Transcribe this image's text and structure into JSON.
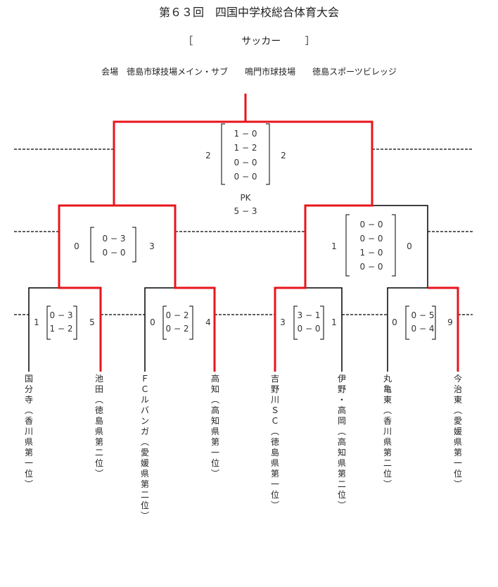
{
  "title": "第６３回　四国中学校総合体育大会",
  "sport": {
    "open": "［",
    "name": "サッカー",
    "close": "］"
  },
  "venue": "会場　徳島市球技場メイン・サブ　　鳴門市球技場　　徳島スポーツビレッジ",
  "teams": [
    "国分寺（香川県第一位）",
    "池田（徳島県第二位）",
    "ＦＣルバンガ（愛媛県第二位）",
    "高知（高知県第一位）",
    "吉野川ＳＣ（徳島県第一位）",
    "伊野・高岡（高知県第二位）",
    "丸亀東（香川県第二位）",
    "今治東（愛媛県第一位）"
  ],
  "round1": [
    {
      "left": "1",
      "right": "5",
      "halves": [
        "0 − 3",
        "1 − 2"
      ]
    },
    {
      "left": "0",
      "right": "4",
      "halves": [
        "0 − 2",
        "0 − 2"
      ]
    },
    {
      "left": "3",
      "right": "1",
      "halves": [
        "3 − 1",
        "0 − 0"
      ]
    },
    {
      "left": "0",
      "right": "9",
      "halves": [
        "0 − 5",
        "0 − 4"
      ]
    }
  ],
  "semifinals": [
    {
      "left": "0",
      "right": "3",
      "halves": [
        "0 − 3",
        "0 − 0"
      ]
    },
    {
      "left": "1",
      "right": "0",
      "halves": [
        "0 − 0",
        "0 − 0",
        "1 − 0",
        "0 − 0"
      ]
    }
  ],
  "final": {
    "left": "2",
    "right": "2",
    "halves": [
      "1 − 0",
      "1 − 2",
      "0 − 0",
      "0 − 0"
    ],
    "pk_label": "PK",
    "pk_score": "5 − 3"
  },
  "colors": {
    "winner_line": "#e8141b",
    "line": "#000000",
    "text": "#333333"
  }
}
